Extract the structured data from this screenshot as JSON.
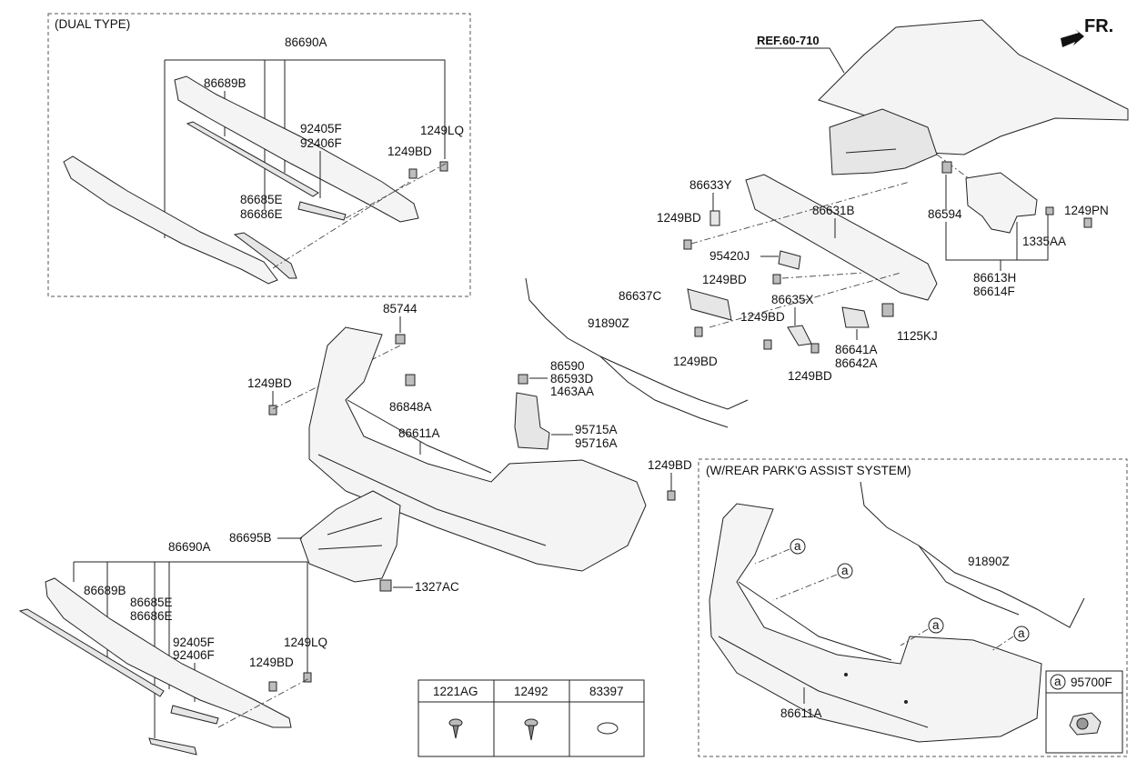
{
  "boxes": {
    "dual_type": "(DUAL TYPE)",
    "park_assist": "(W/REAR PARK'G ASSIST SYSTEM)"
  },
  "ref": "REF.60-710",
  "fr": "FR.",
  "callout_letter": "a",
  "labels": {
    "l86690A_top": "86690A",
    "l86689B_top": "86689B",
    "l92405F_top": "92405F",
    "l92406F_top": "92406F",
    "l1249LQ_top": "1249LQ",
    "l1249BD_top": "1249BD",
    "l86685E_top": "86685E",
    "l86686E_top": "86686E",
    "l86633Y": "86633Y",
    "l1249BD_a": "1249BD",
    "l86631B": "86631B",
    "l95420J": "95420J",
    "l1249BD_b": "1249BD",
    "l86637C": "86637C",
    "l86635X": "86635X",
    "l1249BD_c": "1249BD",
    "l1125KJ": "1125KJ",
    "l86641A": "86641A",
    "l86642A": "86642A",
    "l1249BD_d": "1249BD",
    "l1249BD_e": "1249BD",
    "l86594": "86594",
    "l1249PN": "1249PN",
    "l1335AA": "1335AA",
    "l86613H": "86613H",
    "l86614F": "86614F",
    "l85744": "85744",
    "l1249BD_f": "1249BD",
    "l86848A": "86848A",
    "l91890Z": "91890Z",
    "l86590": "86590",
    "l86593D": "86593D",
    "l1463AA": "1463AA",
    "l86611A": "86611A",
    "l95715A": "95715A",
    "l95716A": "95716A",
    "l1249BD_g": "1249BD",
    "l86695B": "86695B",
    "l1327AC": "1327AC",
    "l86690A_bot": "86690A",
    "l86689B_bot": "86689B",
    "l86685E_bot": "86685E",
    "l86686E_bot": "86686E",
    "l92405F_bot": "92405F",
    "l92406F_bot": "92406F",
    "l1249LQ_bot": "1249LQ",
    "l1249BD_bot": "1249BD",
    "l91890Z_park": "91890Z",
    "l86611A_park": "86611A",
    "l95700F": "95700F"
  },
  "fastener_table": {
    "headers": [
      "1221AG",
      "12492",
      "83397"
    ]
  }
}
